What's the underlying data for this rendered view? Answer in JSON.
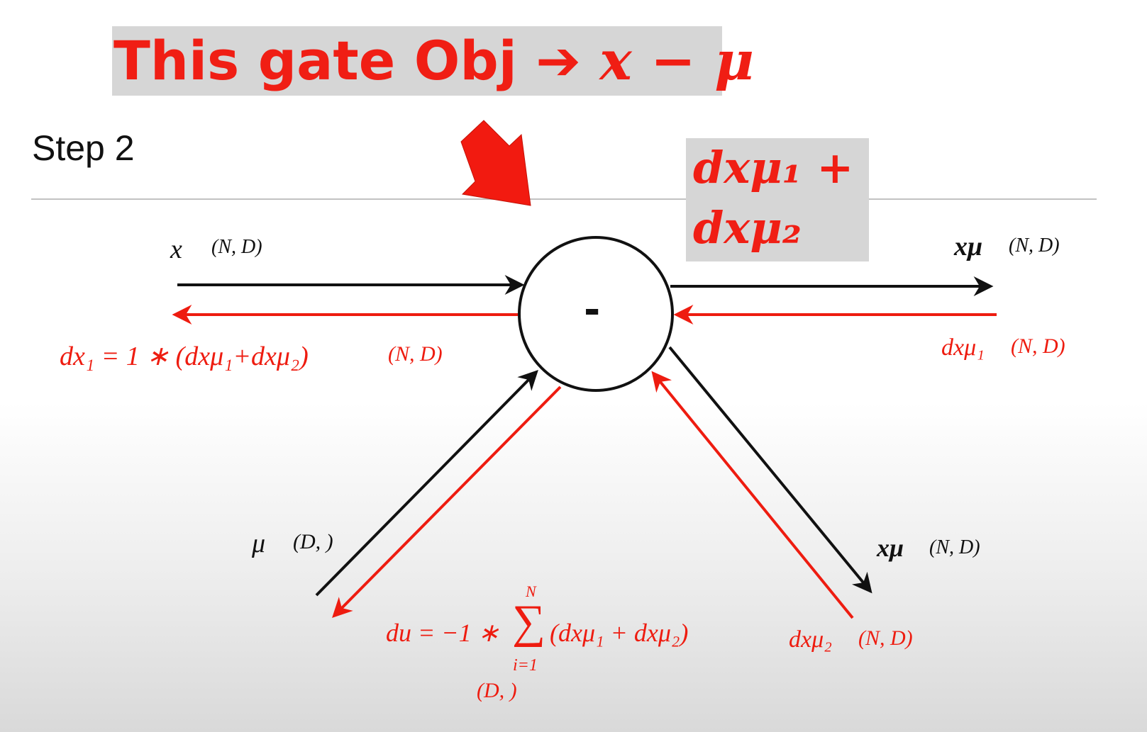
{
  "banner": {
    "prefix": "This gate Obj ",
    "arrow": "➔",
    "expr": " x − μ"
  },
  "step_title": "Step 2",
  "sum_box": {
    "line1": "dxμ₁ +",
    "line2": "dxμ₂"
  },
  "gate": {
    "symbol": "-"
  },
  "labels": {
    "x_in": {
      "name": "x",
      "shape": "(N, D)"
    },
    "dx1": {
      "expr": "dx₁ = 1 ∗ (dxμ₁+dxμ₂)",
      "shape": "(N, D)"
    },
    "xmu_out": {
      "name": "xμ",
      "shape": "(N, D)"
    },
    "dxmu1": {
      "expr": "dxμ₁",
      "shape": "(N, D)"
    },
    "mu_in": {
      "name": "μ",
      "shape": "(D, )"
    },
    "du": {
      "lhs": "du = −1 ∗",
      "sum_top": "N",
      "sum_bottom": "i=1",
      "sum_symbol": "∑",
      "rhs": "(dxμ₁ + dxμ₂)",
      "shape": "(D, )"
    },
    "xmu_out2": {
      "name": "xμ",
      "shape": "(N, D)"
    },
    "dxmu2": {
      "expr": "dxμ₂",
      "shape": "(N, D)"
    }
  },
  "colors": {
    "forward": "#111111",
    "backward": "#ee1c10",
    "highlight_box": "#d6d6d6",
    "highlight_text": "#f01e14"
  }
}
